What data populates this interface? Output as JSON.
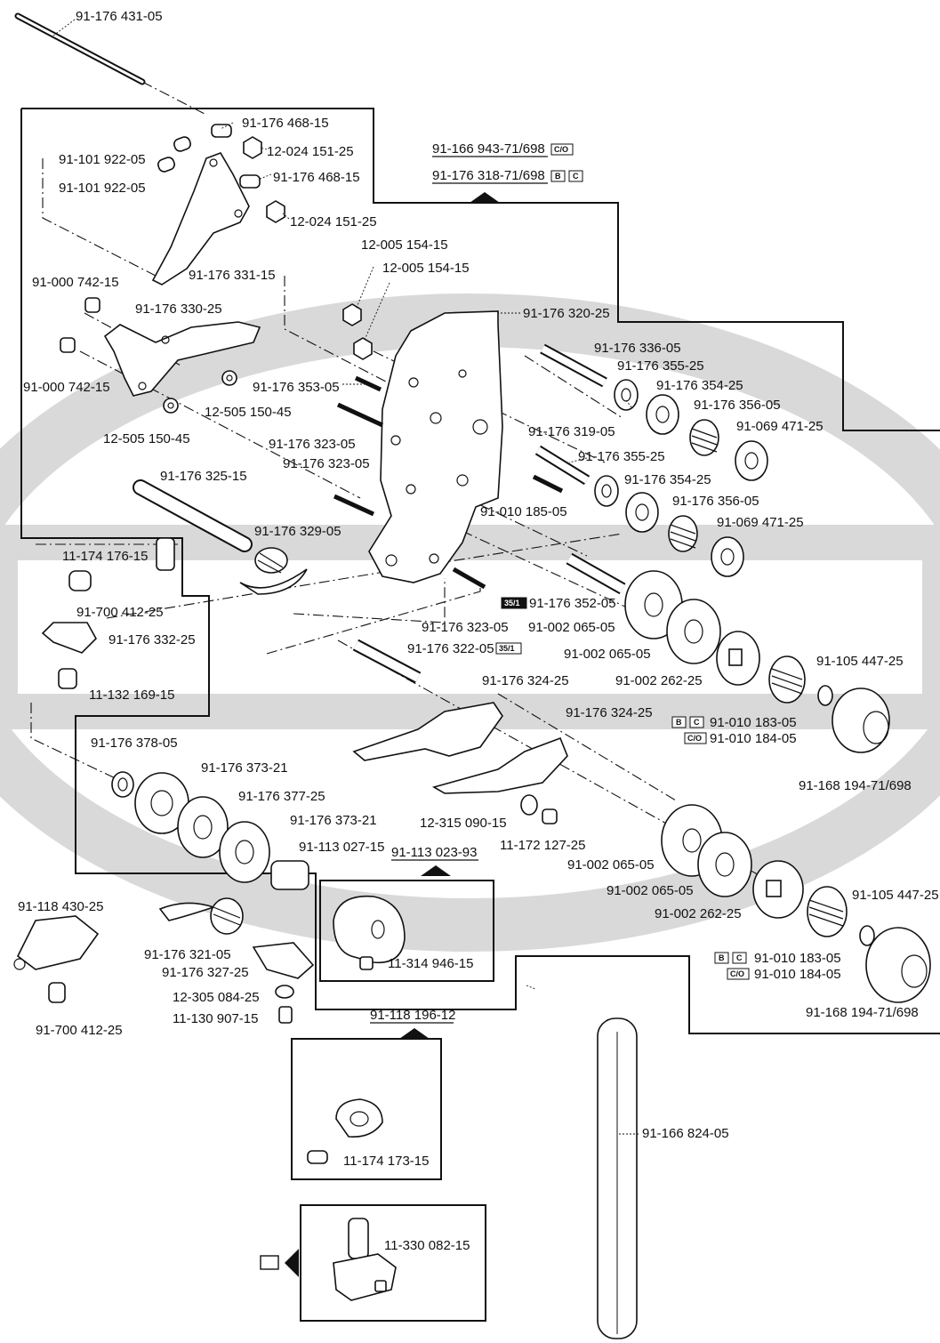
{
  "diagram": {
    "part_labels": [
      "91-176 431-05",
      "91-176 468-15",
      "12-024 151-25",
      "91-101 922-05",
      "91-101 922-05",
      "91-176 468-15",
      "12-024 151-25",
      "91-176 331-15",
      "91-000 742-15",
      "91-176 330-25",
      "91-000 742-15",
      "12-505 150-45",
      "12-505 150-45",
      "91-176 353-05",
      "12-005 154-15",
      "12-005 154-15",
      "91-176 320-25",
      "91-176 336-05",
      "91-176 355-25",
      "91-176 354-25",
      "91-176 356-05",
      "91-069 471-25",
      "91-176 319-05",
      "91-176 355-25",
      "91-176 354-25",
      "91-176 356-05",
      "91-069 471-25",
      "91-176 323-05",
      "91-176 323-05",
      "91-176 325-15",
      "91-176 329-05",
      "91-010 185-05",
      "11-174 176-15",
      "91-700 412-25",
      "91-176 332-25",
      "11-132 169-15",
      "91-176 352-05",
      "91-176 323-05",
      "91-002 065-05",
      "91-176 322-05",
      "91-002 065-05",
      "91-002 262-25",
      "91-105 447-25",
      "91-176 324-25",
      "91-176 324-25",
      "91-010 183-05",
      "91-010 184-05",
      "91-168 194-71/698",
      "91-176 378-05",
      "91-176 373-21",
      "91-176 377-25",
      "91-176 373-21",
      "91-113 027-15",
      "12-315 090-15",
      "11-172 127-25",
      "91-002 065-05",
      "91-002 065-05",
      "91-105 447-25",
      "91-002 262-25",
      "91-010 183-05",
      "91-010 184-05",
      "91-168 194-71/698",
      "91-118 430-25",
      "91-176 321-05",
      "91-176 327-25",
      "12-305 084-25",
      "11-130 907-15",
      "91-700 412-25",
      "11-314 946-15",
      "91-166 824-05",
      "11-174 173-15",
      "11-330 082-15"
    ],
    "assembly_labels": [
      "91-166 943-71/698",
      "91-176 318-71/698",
      "91-113 023-93",
      "91-118 196-12"
    ],
    "badges": [
      "C/O",
      "B",
      "C",
      "35/1",
      "35/1",
      "B",
      "C",
      "C/O",
      "B",
      "C",
      "C/O"
    ],
    "colors": {
      "ink": "#111111",
      "watermark": "#d9d9d9",
      "paper": "#ffffff"
    }
  }
}
